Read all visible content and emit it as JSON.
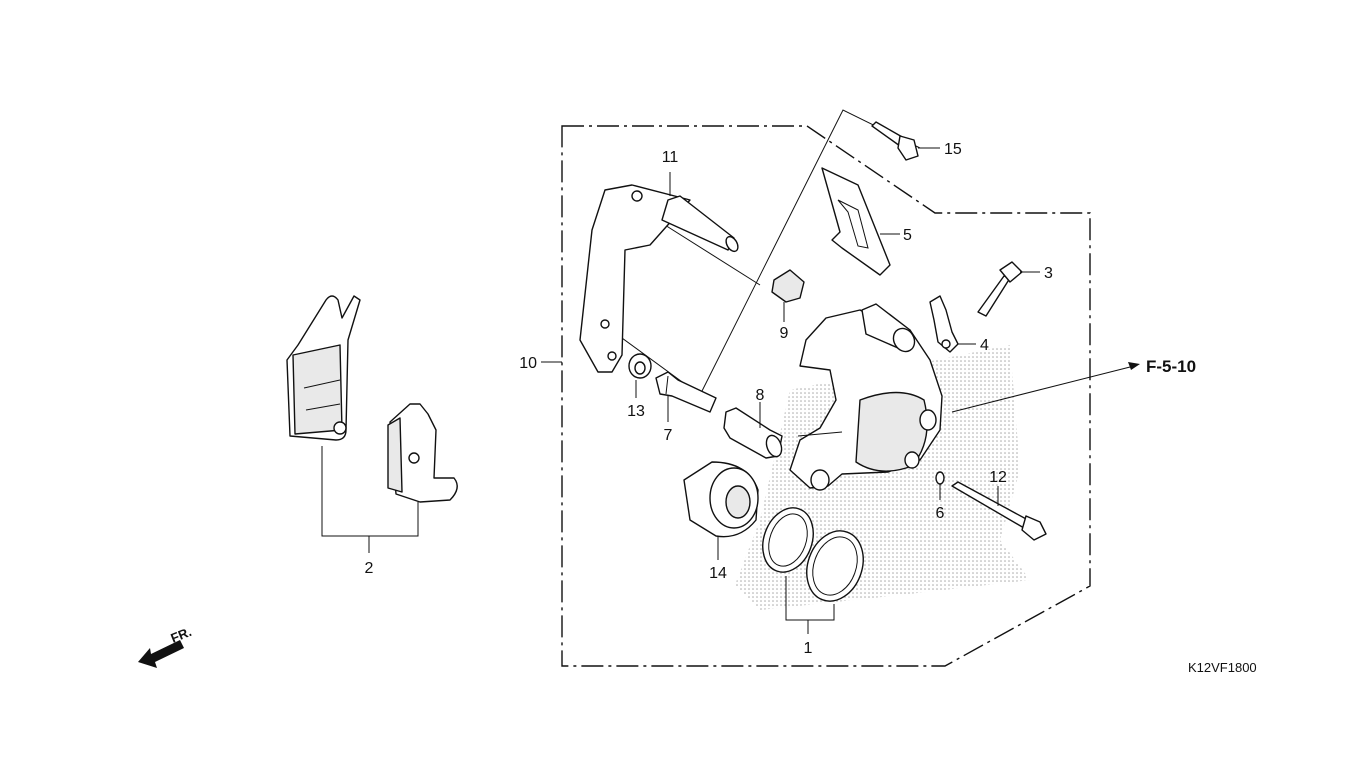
{
  "callouts": {
    "p1": "1",
    "p2": "2",
    "p3": "3",
    "p4": "4",
    "p5": "5",
    "p6": "6",
    "p7": "7",
    "p8": "8",
    "p9": "9",
    "p10": "10",
    "p11": "11",
    "p12": "12",
    "p13": "13",
    "p14": "14",
    "p15": "15"
  },
  "reference": "F-5-10",
  "direction_label": "FR.",
  "diagram_code": "K12VF1800",
  "colors": {
    "line": "#111111",
    "shade": "#cccccc",
    "background": "#ffffff"
  }
}
